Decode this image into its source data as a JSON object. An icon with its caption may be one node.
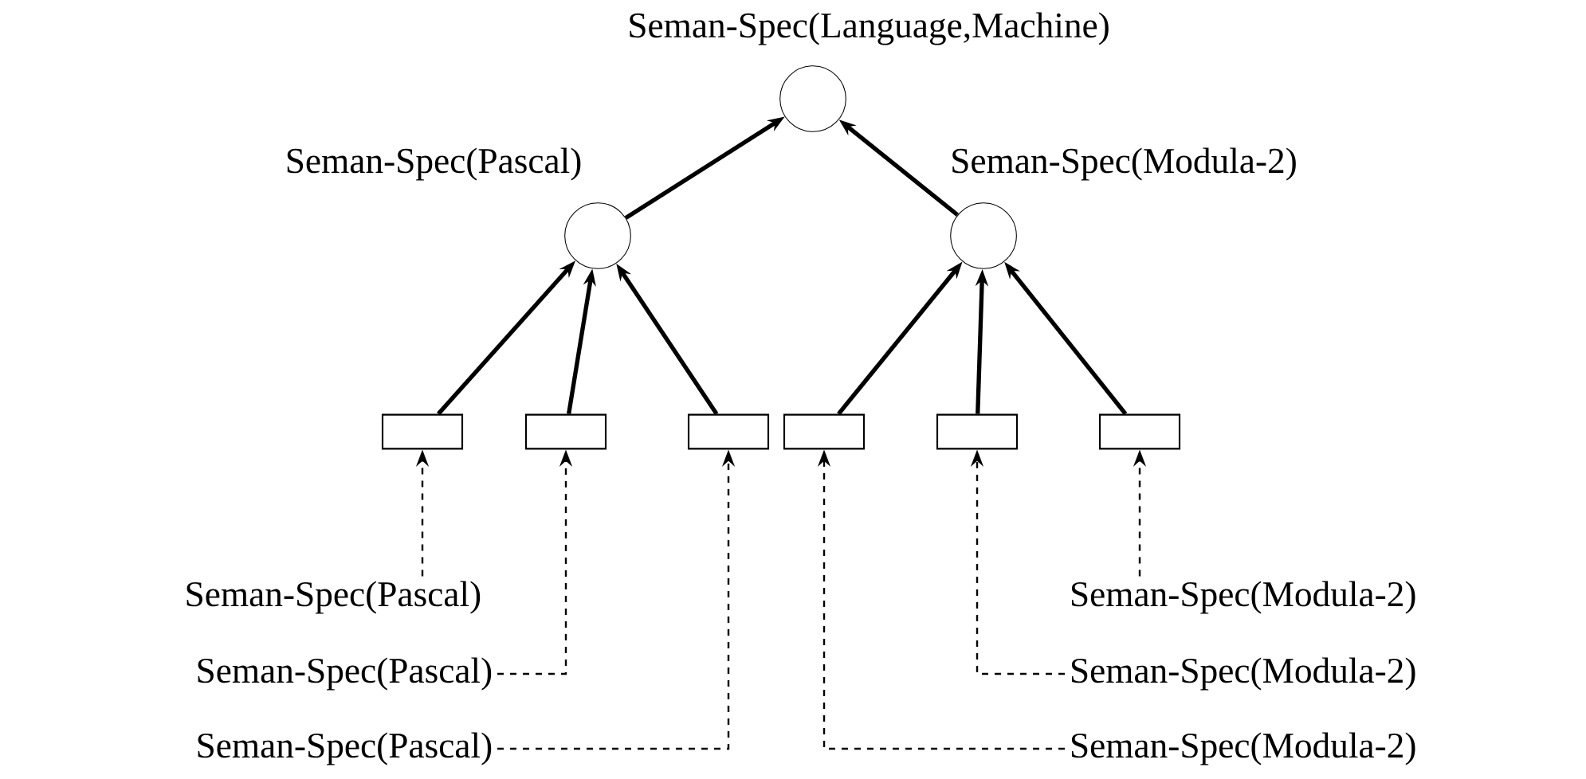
{
  "diagram": {
    "nodes": [
      {
        "text": [
          "Seman-Spec(Language,Machine)"
        ]
      },
      {
        "text": [
          "Seman-Spec(Pascal)"
        ]
      },
      {
        "text": [
          "Seman-Spec(Modula-2)"
        ]
      },
      {
        "text": [],
        "shape": "box"
      },
      {
        "text": [],
        "shape": "box"
      },
      {
        "text": [],
        "shape": "box"
      },
      {
        "text": [],
        "shape": "box"
      },
      {
        "text": [],
        "shape": "box"
      },
      {
        "text": [],
        "shape": "box"
      },
      {
        "text": [
          "Seman-Spec(Pascal)"
        ]
      },
      {
        "text": [
          "Seman-Spec(Pascal)"
        ]
      },
      {
        "text": [
          "Seman-Spec(Pascal)"
        ]
      },
      {
        "text": [
          "Seman-Spec(Modula-2)"
        ]
      },
      {
        "text": [
          "Seman-Spec(Modula-2)"
        ]
      },
      {
        "text": [
          "Seman-Spec(Modula-2)"
        ]
      }
    ],
    "edges": [
      {
        "from": 1,
        "to": 0,
        "arrow": "to"
      },
      {
        "from": 2,
        "to": 0,
        "arrow": "to"
      },
      {
        "from": 3,
        "to": 1,
        "arrow": "to"
      },
      {
        "from": 4,
        "to": 1,
        "arrow": "to"
      },
      {
        "from": 5,
        "to": 1,
        "arrow": "to"
      },
      {
        "from": 6,
        "to": 2,
        "arrow": "to"
      },
      {
        "from": 7,
        "to": 2,
        "arrow": "to"
      },
      {
        "from": 8,
        "to": 2,
        "arrow": "to"
      },
      {
        "from": 9,
        "to": 3,
        "arrow": "to",
        "style": "dashed"
      },
      {
        "from": 10,
        "to": 4,
        "arrow": "to",
        "style": "dashed"
      },
      {
        "from": 11,
        "to": 5,
        "arrow": "to",
        "style": "dashed"
      },
      {
        "from": 12,
        "to": 8,
        "arrow": "to",
        "style": "dashed"
      },
      {
        "from": 13,
        "to": 7,
        "arrow": "to",
        "style": "dashed"
      },
      {
        "from": 14,
        "to": 6,
        "arrow": "to",
        "style": "dashed"
      }
    ]
  }
}
